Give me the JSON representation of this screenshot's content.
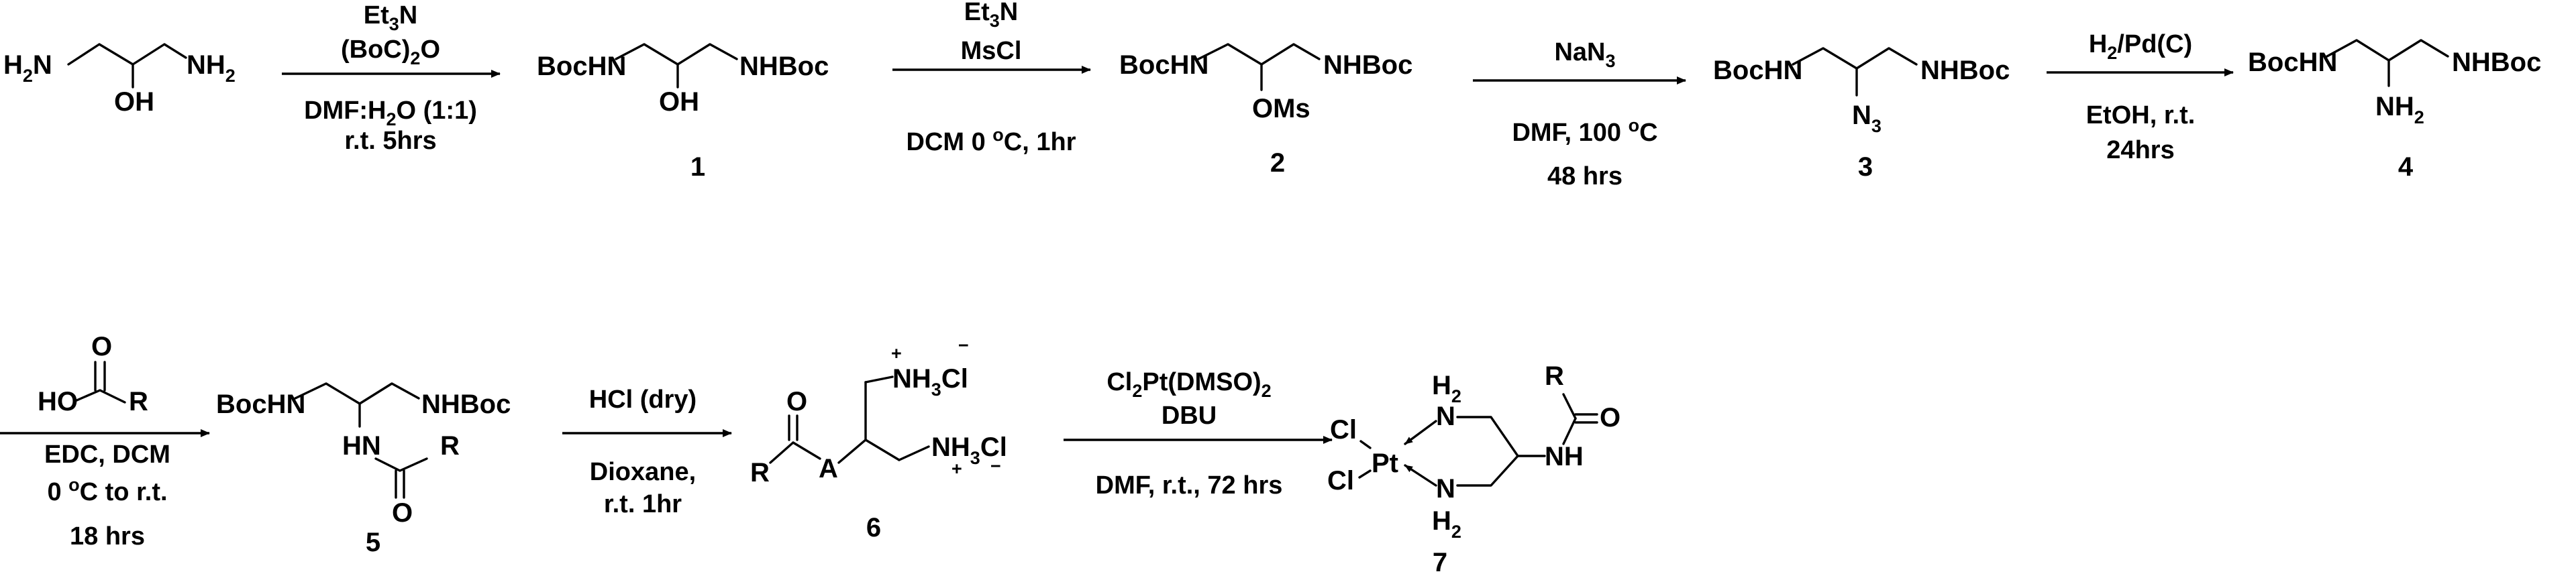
{
  "scheme": {
    "row1": {
      "start": {
        "n1": "H",
        "n1_sub": "2",
        "n1_tail": "N",
        "n2": "NH",
        "n2_sub": "2",
        "oh": "OH"
      },
      "step1": {
        "line1": "Et",
        "line1_sub": "3",
        "line1_tail": "N",
        "line2": "(BoC)",
        "line2_sub": "2",
        "line2_tail": "O",
        "line3a": "DMF:H",
        "line3_sub": "2",
        "line3b": "O (1:1)",
        "line4": "r.t. 5hrs"
      },
      "cmpd1": {
        "left": "BocHN",
        "right": "NHBoc",
        "sub": "OH",
        "number": "1"
      },
      "step2": {
        "line1": "Et",
        "line1_sub": "3",
        "line1_tail": "N",
        "line2": "MsCl",
        "line3a": "DCM 0 ",
        "line3_sup": "o",
        "line3b": "C, 1hr"
      },
      "cmpd2": {
        "left": "BocHN",
        "right": "NHBoc",
        "sub": "OMs",
        "number": "2"
      },
      "step3": {
        "line1": "NaN",
        "line1_sub": "3",
        "line2a": "DMF, 100 ",
        "line2_sup": "o",
        "line2b": "C",
        "line3": "48 hrs"
      },
      "cmpd3": {
        "left": "BocHN",
        "right": "NHBoc",
        "sub": "N",
        "sub_sub": "3",
        "number": "3"
      },
      "step4": {
        "line1a": "H",
        "line1_sub": "2",
        "line1b": "/Pd(C)",
        "line2": "EtOH, r.t.",
        "line3": "24hrs"
      },
      "cmpd4": {
        "left": "BocHN",
        "right": "NHBoc",
        "sub": "NH",
        "sub_sub": "2",
        "number": "4"
      }
    },
    "row2": {
      "step5": {
        "acid_o": "O",
        "acid_ho": "HO",
        "acid_r": "R",
        "line2": "EDC, DCM",
        "line3a": "0 ",
        "line3_sup": "o",
        "line3b": "C to r.t.",
        "line4": "18 hrs"
      },
      "cmpd5": {
        "left": "BocHN",
        "right": "NHBoc",
        "hn": "HN",
        "r": "R",
        "o": "O",
        "number": "5"
      },
      "step6": {
        "line1": "HCl (dry)",
        "line2": "Dioxane,",
        "line3": "r.t. 1hr"
      },
      "cmpd6": {
        "o": "O",
        "r": "R",
        "a": "A",
        "top_plus": "+",
        "top_minus": "−",
        "top_a": "NH",
        "top_sub": "3",
        "top_b": "Cl",
        "right_a": "NH",
        "right_sub": "3",
        "right_b": "Cl",
        "right_plus": "+",
        "right_minus": "−",
        "number": "6"
      },
      "step7": {
        "line1a": "Cl",
        "line1_sub": "2",
        "line1b": "Pt(DMSO)",
        "line1_sub2": "2",
        "line2": "DBU",
        "line3": "DMF, r.t., 72 hrs"
      },
      "cmpd7": {
        "cl1": "Cl",
        "cl2": "Cl",
        "pt": "Pt",
        "n1": "N",
        "n1_h": "H",
        "n1_sub": "2",
        "n2": "N",
        "n2_h": "H",
        "n2_sub": "2",
        "nh": "NH",
        "r": "R",
        "o": "O",
        "number": "7"
      }
    }
  }
}
